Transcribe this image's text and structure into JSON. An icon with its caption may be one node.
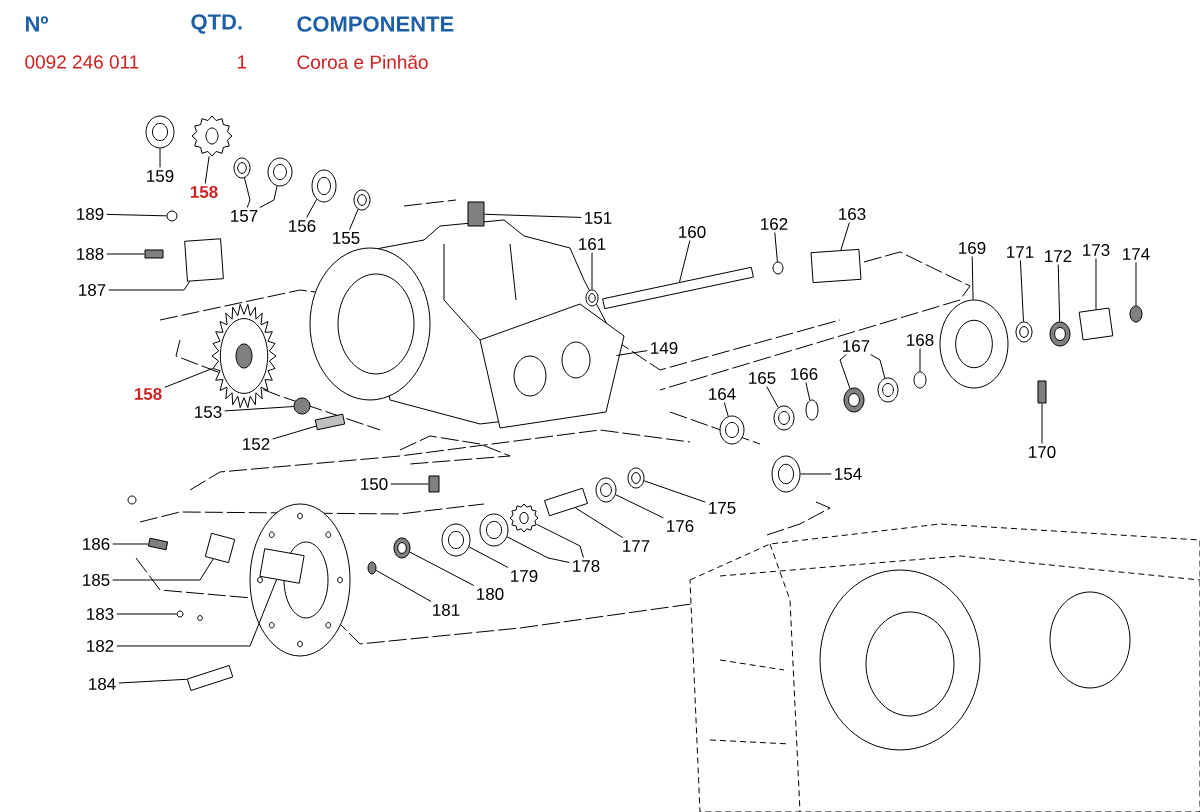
{
  "diagram": {
    "nodes": [
      {
        "text": [
          "159"
        ]
      },
      {
        "text": [
          "158"
        ]
      },
      {
        "text": [
          "157"
        ]
      },
      {
        "text": [
          "156"
        ]
      },
      {
        "text": [
          "155"
        ]
      },
      {
        "text": [
          "189"
        ]
      },
      {
        "text": [
          "151"
        ]
      },
      {
        "text": [
          "188"
        ]
      },
      {
        "text": [
          "161"
        ]
      },
      {
        "text": [
          "160"
        ]
      },
      {
        "text": [
          "162"
        ]
      },
      {
        "text": [
          "163"
        ]
      },
      {
        "text": [
          "187"
        ]
      },
      {
        "text": [
          "169"
        ]
      },
      {
        "text": [
          "171"
        ]
      },
      {
        "text": [
          "172"
        ]
      },
      {
        "text": [
          "173"
        ]
      },
      {
        "text": [
          "174"
        ]
      },
      {
        "text": [
          "149"
        ]
      },
      {
        "text": [
          "167"
        ]
      },
      {
        "text": [
          "168"
        ]
      },
      {
        "text": [
          "166"
        ]
      },
      {
        "text": [
          "165"
        ]
      },
      {
        "text": [
          "164"
        ]
      },
      {
        "text": [
          "158"
        ]
      },
      {
        "text": [
          "153"
        ]
      },
      {
        "text": [
          "170"
        ]
      },
      {
        "text": [
          "152"
        ]
      },
      {
        "text": [
          "154"
        ]
      },
      {
        "text": [
          "150"
        ]
      },
      {
        "text": [
          "175"
        ]
      },
      {
        "text": [
          "176"
        ]
      },
      {
        "text": [
          "186"
        ]
      },
      {
        "text": [
          "177"
        ]
      },
      {
        "text": [
          "178"
        ]
      },
      {
        "text": [
          "179"
        ]
      },
      {
        "text": [
          "185"
        ]
      },
      {
        "text": [
          "180"
        ]
      },
      {
        "text": [
          "181"
        ]
      },
      {
        "text": [
          "183"
        ]
      },
      {
        "text": [
          "182"
        ]
      },
      {
        "text": [
          "184"
        ]
      },
      {
        "text": [],
        "shape": "picture"
      },
      {
        "text": [],
        "shape": "picture"
      },
      {
        "text": [],
        "shape": "picture"
      },
      {
        "text": [],
        "shape": "picture"
      },
      {
        "text": [],
        "shape": "picture"
      },
      {
        "text": [],
        "shape": "picture"
      },
      {
        "text": [],
        "shape": "circle"
      },
      {
        "text": [],
        "shape": "box"
      },
      {
        "text": [],
        "shape": "box"
      },
      {
        "text": [],
        "shape": "picture"
      },
      {
        "text": [],
        "shape": "box"
      },
      {
        "text": [],
        "shape": "circle"
      },
      {
        "text": [],
        "shape": "box"
      },
      {
        "text": [],
        "shape": "box"
      },
      {
        "text": [],
        "shape": "picture"
      },
      {
        "text": [],
        "shape": "picture"
      },
      {
        "text": [],
        "shape": "picture"
      },
      {
        "text": [],
        "shape": "box"
      },
      {
        "text": [],
        "shape": "circle"
      },
      {
        "text": [],
        "shape": "picture"
      },
      {
        "text": [],
        "shape": "picture"
      },
      {
        "text": [],
        "shape": "picture"
      },
      {
        "text": [],
        "shape": "circle"
      },
      {
        "text": [],
        "shape": "circle"
      },
      {
        "text": [],
        "shape": "picture"
      },
      {
        "text": [],
        "shape": "picture"
      },
      {
        "text": [],
        "shape": "picture"
      },
      {
        "text": [],
        "shape": "circle"
      },
      {
        "text": [],
        "shape": "box"
      },
      {
        "text": [],
        "shape": "box"
      },
      {
        "text": [],
        "shape": "picture"
      },
      {
        "text": [],
        "shape": "box"
      },
      {
        "text": [],
        "shape": "picture"
      },
      {
        "text": [],
        "shape": "picture"
      },
      {
        "text": [],
        "shape": "box"
      },
      {
        "text": [],
        "shape": "box"
      },
      {
        "text": [],
        "shape": "picture"
      },
      {
        "text": [],
        "shape": "picture"
      },
      {
        "text": [],
        "shape": "picture"
      },
      {
        "text": [],
        "shape": "box"
      },
      {
        "text": [],
        "shape": "picture"
      },
      {
        "text": [],
        "shape": "circle"
      },
      {
        "text": [],
        "shape": "circle"
      },
      {
        "text": [],
        "shape": "box"
      },
      {
        "text": [],
        "shape": "box"
      }
    ],
    "edges": [
      {
        "from": 0,
        "to": 42,
        "arrow": "none"
      },
      {
        "from": 1,
        "to": 43,
        "arrow": "none"
      },
      {
        "from": 2,
        "to": 44,
        "arrow": "none"
      },
      {
        "from": 2,
        "to": 45,
        "arrow": "none"
      },
      {
        "from": 3,
        "to": 46,
        "arrow": "none"
      },
      {
        "from": 4,
        "to": 47,
        "arrow": "none"
      },
      {
        "from": 5,
        "to": 48,
        "arrow": "none"
      },
      {
        "from": 6,
        "to": 49,
        "arrow": "none"
      },
      {
        "from": 7,
        "to": 50,
        "arrow": "none"
      },
      {
        "from": 8,
        "to": 51,
        "arrow": "none"
      },
      {
        "from": 9,
        "to": 52,
        "arrow": "none"
      },
      {
        "from": 10,
        "to": 53,
        "arrow": "none"
      },
      {
        "from": 11,
        "to": 54,
        "arrow": "none"
      },
      {
        "from": 12,
        "to": 55,
        "arrow": "none"
      },
      {
        "from": 13,
        "to": 56,
        "arrow": "none"
      },
      {
        "from": 14,
        "to": 57,
        "arrow": "none"
      },
      {
        "from": 15,
        "to": 58,
        "arrow": "none"
      },
      {
        "from": 16,
        "to": 59,
        "arrow": "none"
      },
      {
        "from": 17,
        "to": 60,
        "arrow": "none"
      },
      {
        "from": 18,
        "to": 61,
        "arrow": "none"
      },
      {
        "from": 19,
        "to": 62,
        "arrow": "none"
      },
      {
        "from": 19,
        "to": 63,
        "arrow": "none"
      },
      {
        "from": 20,
        "to": 64,
        "arrow": "none"
      },
      {
        "from": 21,
        "to": 65,
        "arrow": "none"
      },
      {
        "from": 22,
        "to": 66,
        "arrow": "none"
      },
      {
        "from": 23,
        "to": 67,
        "arrow": "none"
      },
      {
        "from": 24,
        "to": 68,
        "arrow": "none"
      },
      {
        "from": 25,
        "to": 69,
        "arrow": "none"
      },
      {
        "from": 26,
        "to": 70,
        "arrow": "none"
      },
      {
        "from": 27,
        "to": 71,
        "arrow": "none"
      },
      {
        "from": 28,
        "to": 72,
        "arrow": "none"
      },
      {
        "from": 29,
        "to": 73,
        "arrow": "none"
      },
      {
        "from": 30,
        "to": 74,
        "arrow": "none"
      },
      {
        "from": 31,
        "to": 75,
        "arrow": "none"
      },
      {
        "from": 32,
        "to": 76,
        "arrow": "none"
      },
      {
        "from": 33,
        "to": 77,
        "arrow": "none"
      },
      {
        "from": 34,
        "to": 79,
        "arrow": "none"
      },
      {
        "from": 34,
        "to": 78,
        "arrow": "none"
      },
      {
        "from": 35,
        "to": 80,
        "arrow": "none"
      },
      {
        "from": 36,
        "to": 81,
        "arrow": "none"
      },
      {
        "from": 37,
        "to": 82,
        "arrow": "none"
      },
      {
        "from": 38,
        "to": 83,
        "arrow": "none"
      },
      {
        "from": 39,
        "to": 84,
        "arrow": "none"
      },
      {
        "from": 40,
        "to": 85,
        "arrow": "none"
      },
      {
        "from": 41,
        "to": 86,
        "arrow": "none"
      }
    ],
    "labels": [
      "Nº",
      "QTD.",
      "COMPONENTE",
      "0092 246 011",
      "1",
      "Coroa e Pinhão"
    ]
  }
}
